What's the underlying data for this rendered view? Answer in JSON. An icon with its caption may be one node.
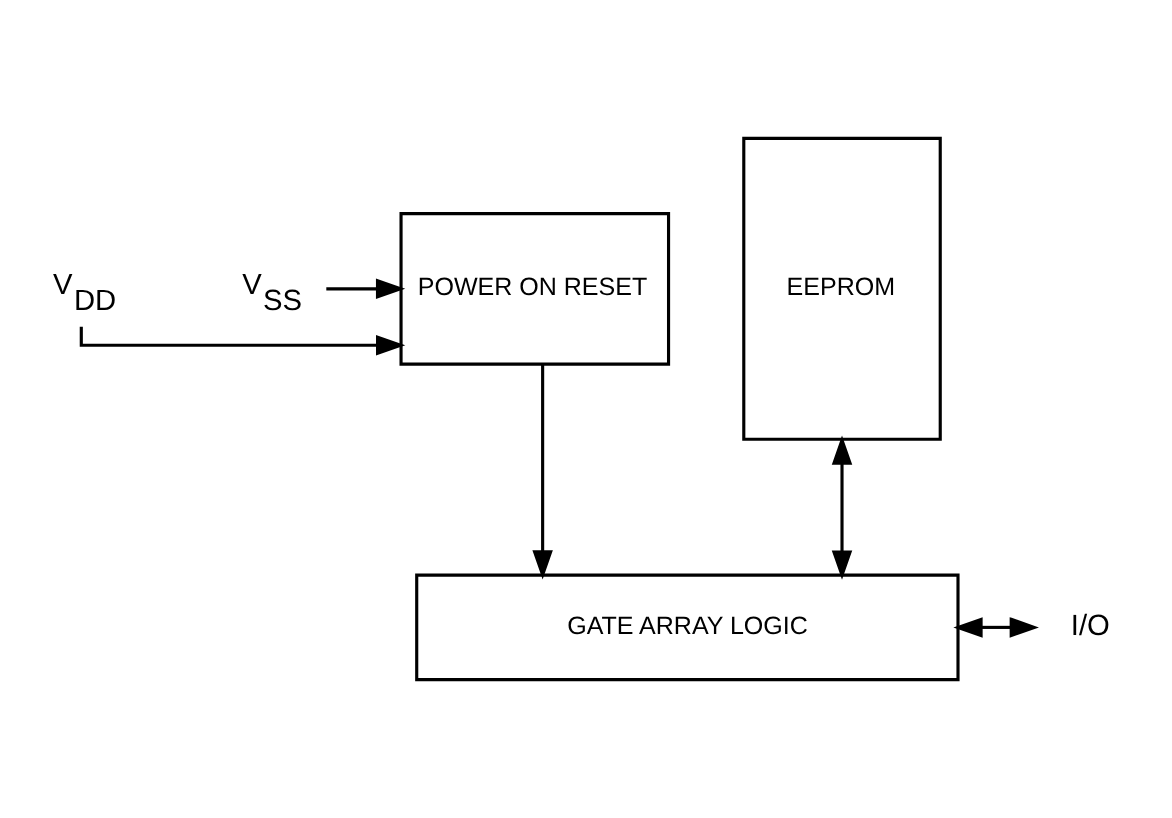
{
  "diagram": {
    "nodes": [
      {
        "text": [
          "V$_{DD}$"
        ]
      },
      {
        "text": [
          "V$_{SS}$"
        ]
      },
      {
        "text": [
          "POWER ON RESET"
        ]
      },
      {
        "text": [
          "EEPROM"
        ]
      },
      {
        "text": [
          "GATE ARRAY LOGIC"
        ]
      },
      {
        "text": [
          "I/O"
        ]
      }
    ],
    "edges": [
      {
        "from": 0,
        "to": 2,
        "arrow": "to"
      },
      {
        "from": 1,
        "to": 2,
        "arrow": "to"
      },
      {
        "from": 2,
        "to": 4,
        "arrow": "to"
      },
      {
        "from": 3,
        "to": 4,
        "arrow": "both"
      },
      {
        "from": 4,
        "to": 5,
        "arrow": "both"
      }
    ]
  }
}
